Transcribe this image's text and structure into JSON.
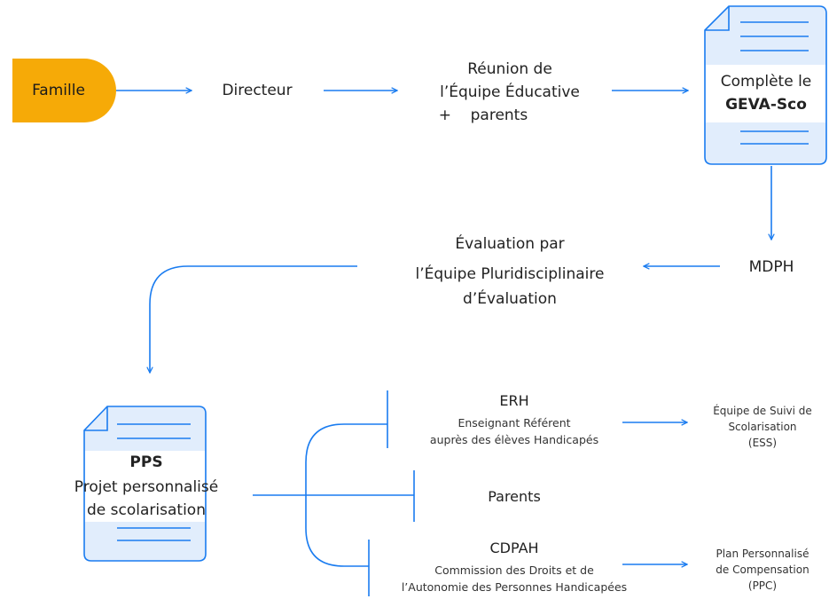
{
  "colors": {
    "arrow": "#1a7cf0",
    "pill": "#f6aa07",
    "doc_fill": "#e1edfc",
    "doc_stroke": "#1a7cf0"
  },
  "nodes": {
    "famille": "Famille",
    "directeur": "Directeur",
    "reunion": {
      "line1": "Réunion de",
      "line2": "l’Équipe Éducative",
      "line3": "+    parents"
    },
    "geva": {
      "line1": "Complète le",
      "line2": "GEVA-Sco"
    },
    "mdph": "MDPH",
    "evaluation": {
      "line1": "Évaluation par",
      "line2": "l’Équipe Pluridisciplinaire",
      "line3": "d’Évaluation"
    },
    "pps": {
      "line1": "PPS",
      "line2": "Projet personnalisé",
      "line3": "de scolarisation"
    },
    "erh": {
      "title": "ERH",
      "line1": "Enseignant Référent",
      "line2": "auprès des élèves Handicapés"
    },
    "parents": "Parents",
    "cdpah": {
      "title": "CDPAH",
      "line1": "Commission des Droits et de",
      "line2": "l’Autonomie des Personnes Handicapées"
    },
    "ess": {
      "line1": "Équipe de Suivi de",
      "line2": "Scolarisation",
      "line3": "(ESS)"
    },
    "ppc": {
      "line1": "Plan Personnalisé",
      "line2": "de Compensation",
      "line3": "(PPC)"
    }
  }
}
